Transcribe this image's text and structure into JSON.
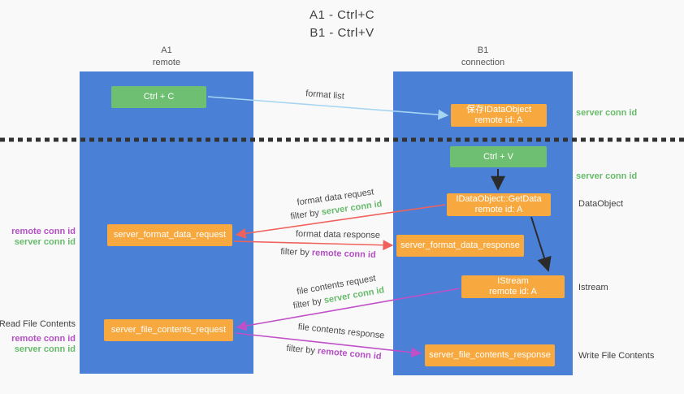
{
  "title": {
    "line1": "A1 - Ctrl+C",
    "line2": "B1 - Ctrl+V"
  },
  "lifelines": {
    "a1": {
      "name": "A1",
      "role": "remote"
    },
    "b1": {
      "name": "B1",
      "role": "connection"
    }
  },
  "nodes": {
    "ctrl_c": {
      "label": "Ctrl + C"
    },
    "save_dataobject": {
      "line1": "保存IDataObject",
      "line2": "remote id: A"
    },
    "ctrl_v": {
      "label": "Ctrl + V"
    },
    "getdata": {
      "line1": "IDataObject::GetData",
      "line2": "remote id: A"
    },
    "format_request": {
      "label": "server_format_data_request"
    },
    "format_response": {
      "label": "server_format_data_response"
    },
    "istream": {
      "line1": "IStream",
      "line2": "remote id: A"
    },
    "file_request": {
      "label": "server_file_contents_request"
    },
    "file_response": {
      "label": "server_file_contents_response"
    }
  },
  "arrows": {
    "format_list": {
      "label": "format list"
    },
    "format_data_request": {
      "label": "format data request",
      "filter_prefix": "filter by ",
      "filter_key": "server conn id"
    },
    "format_data_response": {
      "label": "format data response",
      "filter_prefix": "filter by ",
      "filter_key": "remote conn id"
    },
    "file_contents_request": {
      "label": "file contents request",
      "filter_prefix": "filter by ",
      "filter_key": "server conn id"
    },
    "file_contents_response": {
      "label": "file contents response",
      "filter_prefix": "filter by ",
      "filter_key": "remote conn id"
    }
  },
  "side_labels": {
    "right": {
      "server_conn_id_top": "server conn id",
      "server_conn_id_mid": "server conn id",
      "dataobject": "DataObject",
      "istream": "Istream",
      "write_file": "Write File Contents"
    },
    "left": {
      "remote_conn_id_format": "remote conn id",
      "server_conn_id_format": "server conn id",
      "read_file": "Read File Contents",
      "remote_conn_id_file": "remote conn id",
      "server_conn_id_file": "server conn id"
    }
  },
  "colors": {
    "lifeline_blue": "#4a80d6",
    "action_green": "#6fbf72",
    "message_orange": "#f7a83e",
    "arrow_light_blue": "#a6d5f2",
    "arrow_red": "#f0615c",
    "arrow_magenta": "#c050c8",
    "arrow_black": "#2b2b2b",
    "text_purple": "#b44fc4",
    "text_green": "#67bb6b",
    "text_dark": "#4a4a4a",
    "dotted_line": "#333333"
  }
}
